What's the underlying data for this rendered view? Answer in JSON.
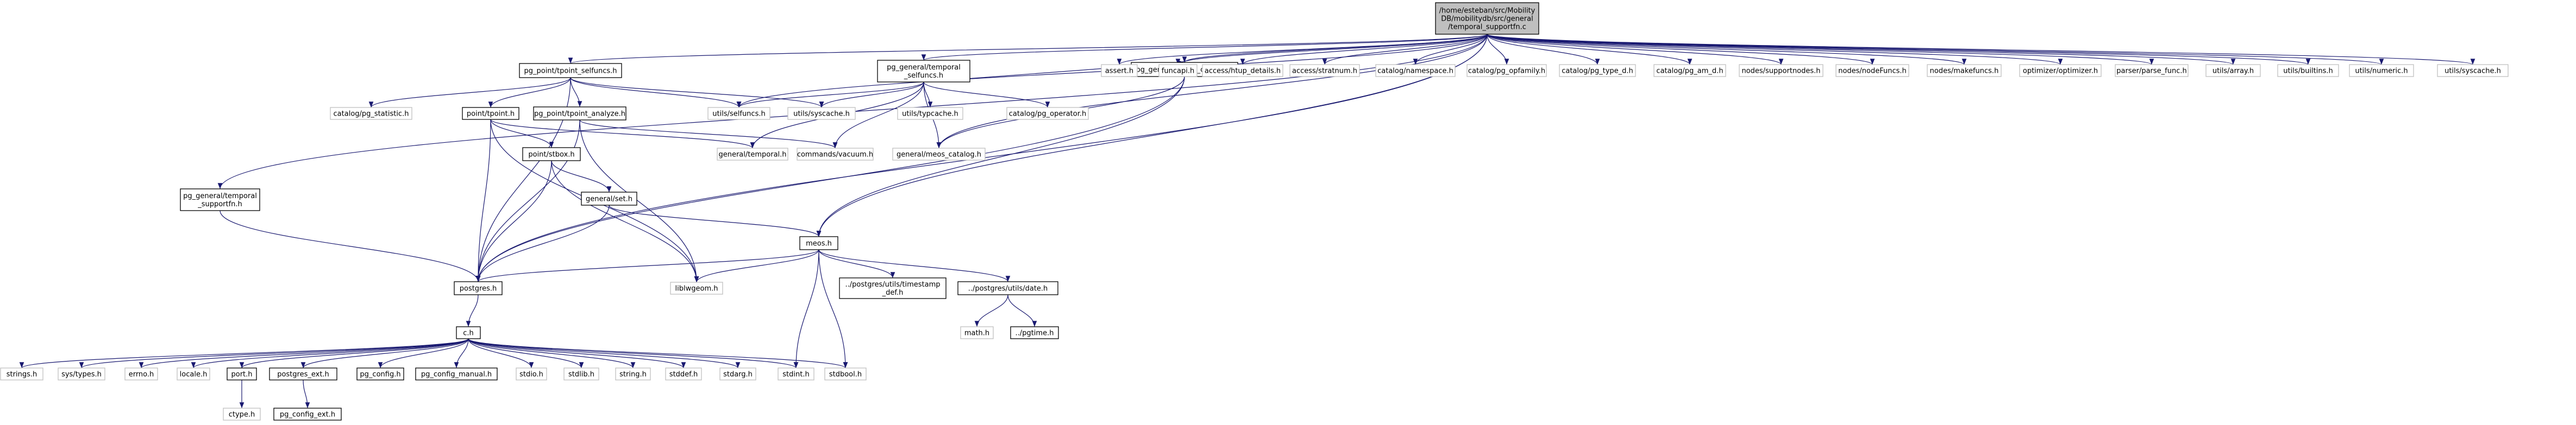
{
  "colors": {
    "root_fill": "#bfbfbf",
    "linked_stroke": "#000000",
    "missing_stroke": "#bfbfbf",
    "edge": "#191970"
  },
  "nodes": [
    {
      "id": "root",
      "lines": [
        "/home/esteban/src/Mobility",
        "DB/mobilitydb/src/general",
        "/temporal_supportfn.c"
      ],
      "kind": "root"
    },
    {
      "id": "tpoint_selfuncs",
      "lines": [
        "pg_point/tpoint_selfuncs.h"
      ],
      "kind": "linked"
    },
    {
      "id": "temporal_selfuncs",
      "lines": [
        "pg_general/temporal",
        "_selfuncs.h"
      ],
      "kind": "linked"
    },
    {
      "id": "meos_catalog_pg",
      "lines": [
        "pg_general/meos_catalog.h"
      ],
      "kind": "linked"
    },
    {
      "id": "assert",
      "lines": [
        "assert.h"
      ],
      "kind": "missing"
    },
    {
      "id": "funcapi",
      "lines": [
        "funcapi.h"
      ],
      "kind": "missing"
    },
    {
      "id": "fmgr",
      "lines": [
        "access/htup_details.h"
      ],
      "kind": "missing"
    },
    {
      "id": "stratnum",
      "lines": [
        "access/stratnum.h"
      ],
      "kind": "missing"
    },
    {
      "id": "namespace",
      "lines": [
        "catalog/namespace.h"
      ],
      "kind": "missing"
    },
    {
      "id": "opfamily",
      "lines": [
        "catalog/pg_opfamily.h"
      ],
      "kind": "missing"
    },
    {
      "id": "pgtype",
      "lines": [
        "catalog/pg_type_d.h"
      ],
      "kind": "missing"
    },
    {
      "id": "pgam",
      "lines": [
        "catalog/pg_am_d.h"
      ],
      "kind": "missing"
    },
    {
      "id": "supportnodes",
      "lines": [
        "nodes/supportnodes.h"
      ],
      "kind": "missing"
    },
    {
      "id": "nodefuncs",
      "lines": [
        "nodes/nodeFuncs.h"
      ],
      "kind": "missing"
    },
    {
      "id": "makefuncs",
      "lines": [
        "nodes/makefuncs.h"
      ],
      "kind": "missing"
    },
    {
      "id": "optimizer",
      "lines": [
        "optimizer/optimizer.h"
      ],
      "kind": "missing"
    },
    {
      "id": "parsefunc",
      "lines": [
        "parser/parse_func.h"
      ],
      "kind": "missing"
    },
    {
      "id": "array",
      "lines": [
        "utils/array.h"
      ],
      "kind": "missing"
    },
    {
      "id": "builtins",
      "lines": [
        "utils/builtins.h"
      ],
      "kind": "missing"
    },
    {
      "id": "numeric",
      "lines": [
        "utils/numeric.h"
      ],
      "kind": "missing"
    },
    {
      "id": "syscache_r",
      "lines": [
        "utils/syscache.h"
      ],
      "kind": "missing"
    },
    {
      "id": "pgstatistic",
      "lines": [
        "catalog/pg_statistic.h"
      ],
      "kind": "missing"
    },
    {
      "id": "tpoint",
      "lines": [
        "point/tpoint.h"
      ],
      "kind": "linked"
    },
    {
      "id": "tpoint_analyze",
      "lines": [
        "pg_point/tpoint_analyze.h"
      ],
      "kind": "linked"
    },
    {
      "id": "selfuncs",
      "lines": [
        "utils/selfuncs.h"
      ],
      "kind": "missing"
    },
    {
      "id": "syscache",
      "lines": [
        "utils/syscache.h"
      ],
      "kind": "missing"
    },
    {
      "id": "typcache",
      "lines": [
        "utils/typcache.h"
      ],
      "kind": "missing"
    },
    {
      "id": "pgoperator",
      "lines": [
        "catalog/pg_operator.h"
      ],
      "kind": "missing"
    },
    {
      "id": "temporal_supportfn_h",
      "lines": [
        "pg_general/temporal",
        "_supportfn.h"
      ],
      "kind": "linked"
    },
    {
      "id": "general_temporal",
      "lines": [
        "general/temporal.h"
      ],
      "kind": "missing"
    },
    {
      "id": "vacuum",
      "lines": [
        "commands/vacuum.h"
      ],
      "kind": "missing"
    },
    {
      "id": "meos_catalog",
      "lines": [
        "general/meos_catalog.h"
      ],
      "kind": "missing"
    },
    {
      "id": "stbox",
      "lines": [
        "point/stbox.h"
      ],
      "kind": "linked"
    },
    {
      "id": "set",
      "lines": [
        "general/set.h"
      ],
      "kind": "linked"
    },
    {
      "id": "meos",
      "lines": [
        "meos.h"
      ],
      "kind": "linked"
    },
    {
      "id": "postgres",
      "lines": [
        "postgres.h"
      ],
      "kind": "linked"
    },
    {
      "id": "liblwgeom",
      "lines": [
        "liblwgeom.h"
      ],
      "kind": "missing"
    },
    {
      "id": "timestamp_def",
      "lines": [
        "../postgres/utils/timestamp",
        "_def.h"
      ],
      "kind": "linked"
    },
    {
      "id": "utils_date",
      "lines": [
        "../postgres/utils/date.h"
      ],
      "kind": "linked"
    },
    {
      "id": "math",
      "lines": [
        "math.h"
      ],
      "kind": "missing"
    },
    {
      "id": "pgtime",
      "lines": [
        "../pgtime.h"
      ],
      "kind": "linked"
    },
    {
      "id": "c",
      "lines": [
        "c.h"
      ],
      "kind": "linked"
    },
    {
      "id": "stdint",
      "lines": [
        "stdint.h"
      ],
      "kind": "missing"
    },
    {
      "id": "stdbool",
      "lines": [
        "stdbool.h"
      ],
      "kind": "missing"
    },
    {
      "id": "strings",
      "lines": [
        "strings.h"
      ],
      "kind": "missing"
    },
    {
      "id": "systypes",
      "lines": [
        "sys/types.h"
      ],
      "kind": "missing"
    },
    {
      "id": "errno",
      "lines": [
        "errno.h"
      ],
      "kind": "missing"
    },
    {
      "id": "locale",
      "lines": [
        "locale.h"
      ],
      "kind": "missing"
    },
    {
      "id": "port",
      "lines": [
        "port.h"
      ],
      "kind": "linked"
    },
    {
      "id": "postgres_ext",
      "lines": [
        "postgres_ext.h"
      ],
      "kind": "linked"
    },
    {
      "id": "pg_config",
      "lines": [
        "pg_config.h"
      ],
      "kind": "linked"
    },
    {
      "id": "pg_config_manual",
      "lines": [
        "pg_config_manual.h"
      ],
      "kind": "linked"
    },
    {
      "id": "stdio",
      "lines": [
        "stdio.h"
      ],
      "kind": "missing"
    },
    {
      "id": "stdlib",
      "lines": [
        "stdlib.h"
      ],
      "kind": "missing"
    },
    {
      "id": "string",
      "lines": [
        "string.h"
      ],
      "kind": "missing"
    },
    {
      "id": "stddef",
      "lines": [
        "stddef.h"
      ],
      "kind": "missing"
    },
    {
      "id": "stdarg",
      "lines": [
        "stdarg.h"
      ],
      "kind": "missing"
    },
    {
      "id": "ctype",
      "lines": [
        "ctype.h"
      ],
      "kind": "missing"
    },
    {
      "id": "pg_config_ext",
      "lines": [
        "pg_config_ext.h"
      ],
      "kind": "linked"
    }
  ],
  "edges": [
    [
      "root",
      "tpoint_selfuncs"
    ],
    [
      "root",
      "temporal_selfuncs"
    ],
    [
      "root",
      "meos_catalog_pg"
    ],
    [
      "root",
      "assert"
    ],
    [
      "root",
      "funcapi"
    ],
    [
      "root",
      "fmgr"
    ],
    [
      "root",
      "stratnum"
    ],
    [
      "root",
      "namespace"
    ],
    [
      "root",
      "opfamily"
    ],
    [
      "root",
      "pgtype"
    ],
    [
      "root",
      "pgam"
    ],
    [
      "root",
      "supportnodes"
    ],
    [
      "root",
      "nodefuncs"
    ],
    [
      "root",
      "makefuncs"
    ],
    [
      "root",
      "optimizer"
    ],
    [
      "root",
      "parsefunc"
    ],
    [
      "root",
      "array"
    ],
    [
      "root",
      "builtins"
    ],
    [
      "root",
      "numeric"
    ],
    [
      "root",
      "syscache_r"
    ],
    [
      "root",
      "temporal_supportfn_h"
    ],
    [
      "root",
      "postgres"
    ],
    [
      "root",
      "selfuncs"
    ],
    [
      "root",
      "meos_catalog"
    ],
    [
      "root",
      "meos"
    ],
    [
      "tpoint_selfuncs",
      "pgstatistic"
    ],
    [
      "tpoint_selfuncs",
      "tpoint"
    ],
    [
      "tpoint_selfuncs",
      "tpoint_analyze"
    ],
    [
      "tpoint_selfuncs",
      "selfuncs"
    ],
    [
      "tpoint_selfuncs",
      "syscache"
    ],
    [
      "tpoint_selfuncs",
      "postgres"
    ],
    [
      "temporal_selfuncs",
      "selfuncs"
    ],
    [
      "temporal_selfuncs",
      "syscache"
    ],
    [
      "temporal_selfuncs",
      "typcache"
    ],
    [
      "temporal_selfuncs",
      "pgoperator"
    ],
    [
      "temporal_selfuncs",
      "general_temporal"
    ],
    [
      "temporal_selfuncs",
      "vacuum"
    ],
    [
      "temporal_selfuncs",
      "meos_catalog"
    ],
    [
      "temporal_selfuncs",
      "meos_catalog_pg"
    ],
    [
      "meos_catalog_pg",
      "meos_catalog"
    ],
    [
      "meos_catalog_pg",
      "meos"
    ],
    [
      "meos_catalog_pg",
      "postgres"
    ],
    [
      "tpoint",
      "stbox"
    ],
    [
      "tpoint",
      "general_temporal"
    ],
    [
      "tpoint",
      "liblwgeom"
    ],
    [
      "tpoint",
      "postgres"
    ],
    [
      "tpoint_analyze",
      "vacuum"
    ],
    [
      "tpoint_analyze",
      "postgres"
    ],
    [
      "tpoint_analyze",
      "liblwgeom"
    ],
    [
      "temporal_supportfn_h",
      "postgres"
    ],
    [
      "stbox",
      "set"
    ],
    [
      "stbox",
      "liblwgeom"
    ],
    [
      "stbox",
      "postgres"
    ],
    [
      "set",
      "meos"
    ],
    [
      "set",
      "postgres"
    ],
    [
      "meos",
      "postgres"
    ],
    [
      "meos",
      "liblwgeom"
    ],
    [
      "meos",
      "timestamp_def"
    ],
    [
      "meos",
      "utils_date"
    ],
    [
      "meos",
      "stdint"
    ],
    [
      "meos",
      "stdbool"
    ],
    [
      "utils_date",
      "math"
    ],
    [
      "utils_date",
      "pgtime"
    ],
    [
      "postgres",
      "c"
    ],
    [
      "c",
      "strings"
    ],
    [
      "c",
      "systypes"
    ],
    [
      "c",
      "errno"
    ],
    [
      "c",
      "locale"
    ],
    [
      "c",
      "port"
    ],
    [
      "c",
      "postgres_ext"
    ],
    [
      "c",
      "pg_config"
    ],
    [
      "c",
      "pg_config_manual"
    ],
    [
      "c",
      "stdio"
    ],
    [
      "c",
      "stdlib"
    ],
    [
      "c",
      "string"
    ],
    [
      "c",
      "stddef"
    ],
    [
      "c",
      "stdarg"
    ],
    [
      "c",
      "stdint"
    ],
    [
      "c",
      "stdbool"
    ],
    [
      "port",
      "ctype"
    ],
    [
      "postgres_ext",
      "pg_config_ext"
    ]
  ]
}
